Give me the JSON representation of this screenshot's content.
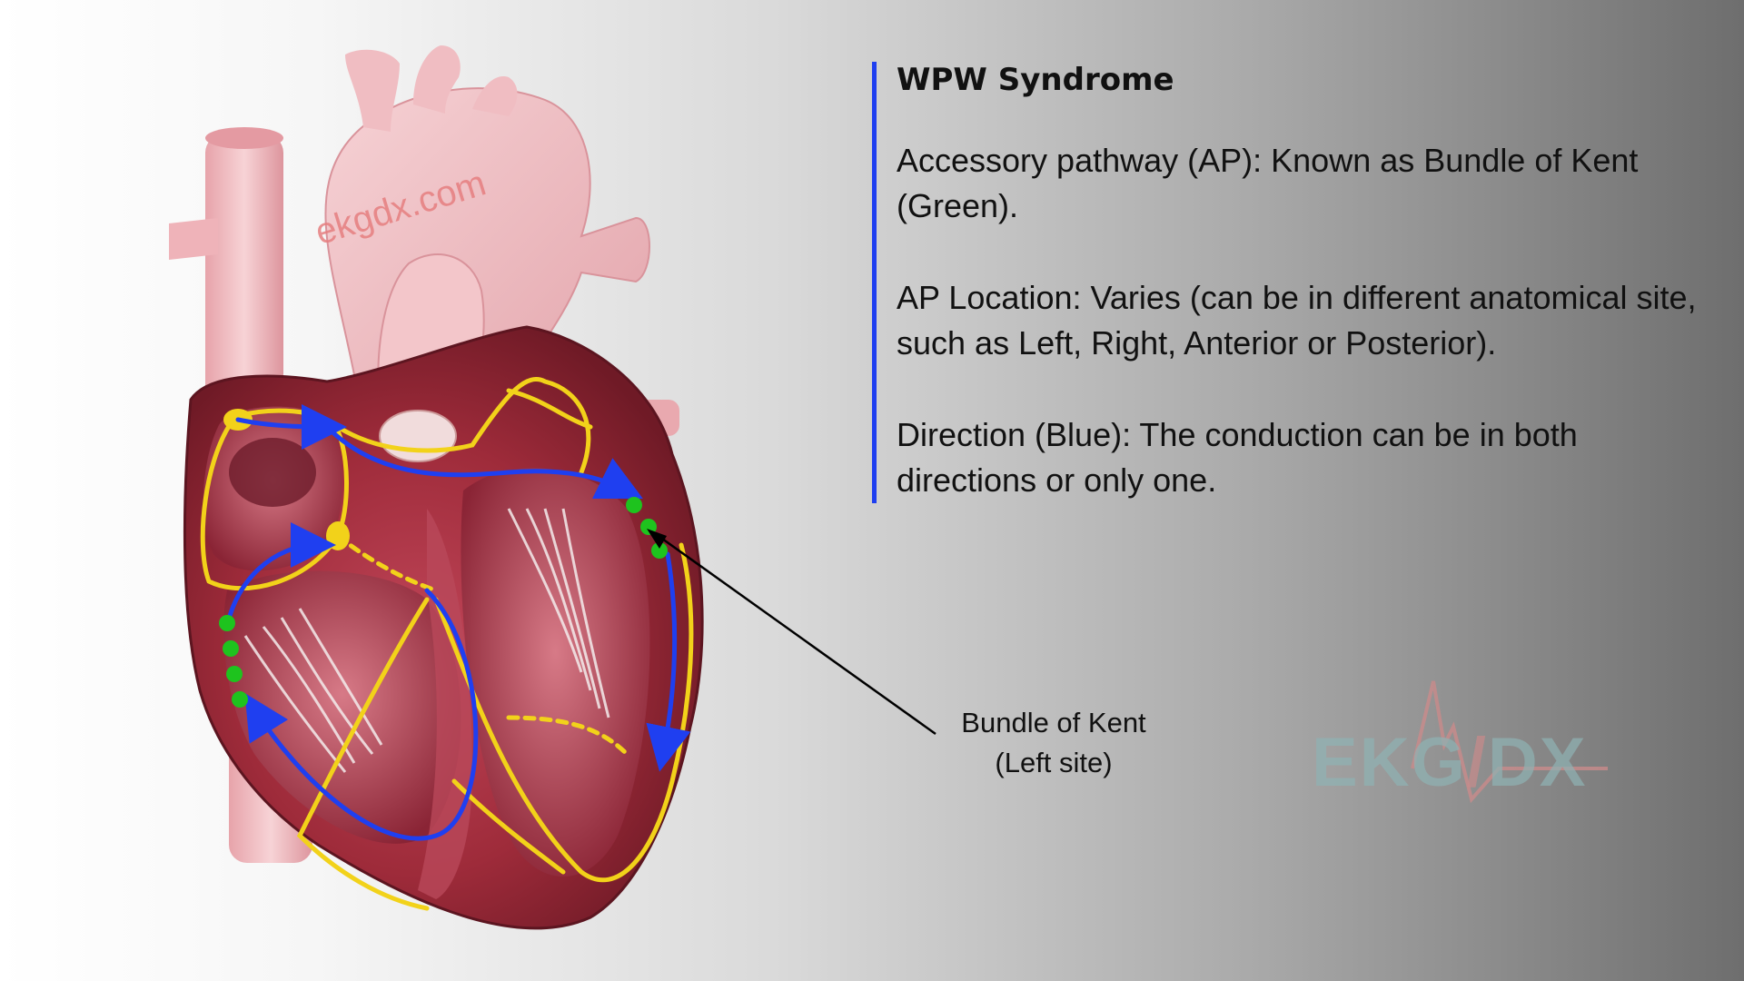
{
  "panel": {
    "title": "WPW Syndrome",
    "paragraphs": [
      "Accessory pathway (AP): Known as Bundle of Kent (Green).",
      "AP Location: Varies (can be in different anatomical site, such as Left, Right, Anterior or Posterior).",
      "Direction (Blue): The conduction can be in both directions or only one."
    ],
    "accent_color": "#1f3ff0"
  },
  "callout": {
    "line1": "Bundle of Kent",
    "line2": "(Left site)"
  },
  "watermark": "ekgdx.com",
  "logo": {
    "text_left": "EKG",
    "text_right": "DX",
    "text_color": "#8fb3b4",
    "wave_color": "#c98b8b"
  },
  "colors": {
    "pathway_yellow": "#f2d21a",
    "accessory_green": "#1ec31e",
    "direction_blue": "#1f3ff0",
    "myocardium": "#a8323f",
    "vessel_pink": "#f1b9bd"
  }
}
